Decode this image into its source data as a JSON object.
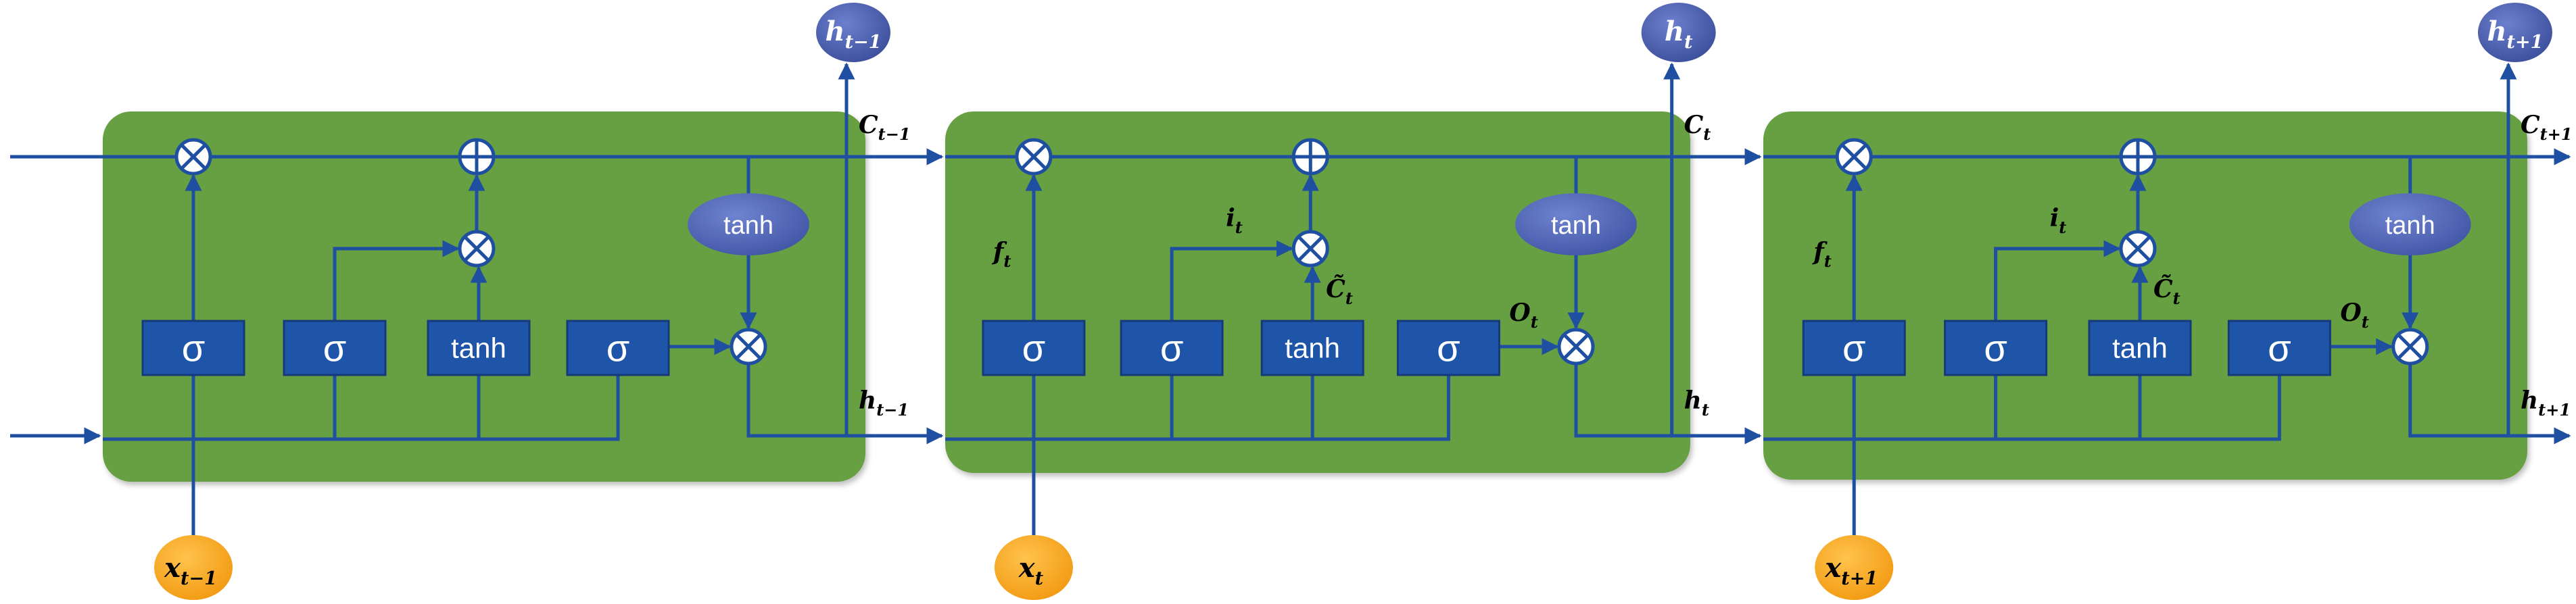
{
  "colors": {
    "cell_fill": "#66a043",
    "wire": "#1f4fa0",
    "gate_fill": "#1f55a8",
    "hidden_node": "#4a5fb0",
    "input_node": "#f5a623"
  },
  "cells": [
    {
      "hidden_out": "h",
      "hidden_out_sub": "t−1",
      "input": "x",
      "input_sub": "t−1",
      "state_out": "C",
      "state_out_sub": "t−1",
      "h_out_label": "h",
      "h_out_label_sub": "t−1",
      "f_label": "",
      "f_sub": "",
      "i_label": "",
      "i_sub": "",
      "c_label": "",
      "c_sub": "",
      "o_label": "",
      "o_sub": "",
      "gates": [
        "σ",
        "σ",
        "tanh",
        "σ"
      ],
      "tanh_oval": "tanh"
    },
    {
      "hidden_out": "h",
      "hidden_out_sub": "t",
      "input": "x",
      "input_sub": "t",
      "state_out": "C",
      "state_out_sub": "t",
      "h_out_label": "h",
      "h_out_label_sub": "t",
      "f_label": "f",
      "f_sub": "t",
      "i_label": "i",
      "i_sub": "t",
      "c_label": "C̃",
      "c_sub": "t",
      "o_label": "O",
      "o_sub": "t",
      "gates": [
        "σ",
        "σ",
        "tanh",
        "σ"
      ],
      "tanh_oval": "tanh"
    },
    {
      "hidden_out": "h",
      "hidden_out_sub": "t+1",
      "input": "x",
      "input_sub": "t+1",
      "state_out": "C",
      "state_out_sub": "t+1",
      "h_out_label": "h",
      "h_out_label_sub": "t+1",
      "f_label": "f",
      "f_sub": "t",
      "i_label": "i",
      "i_sub": "t",
      "c_label": "C̃",
      "c_sub": "t",
      "o_label": "O",
      "o_sub": "t",
      "gates": [
        "σ",
        "σ",
        "tanh",
        "σ"
      ],
      "tanh_oval": "tanh"
    }
  ]
}
